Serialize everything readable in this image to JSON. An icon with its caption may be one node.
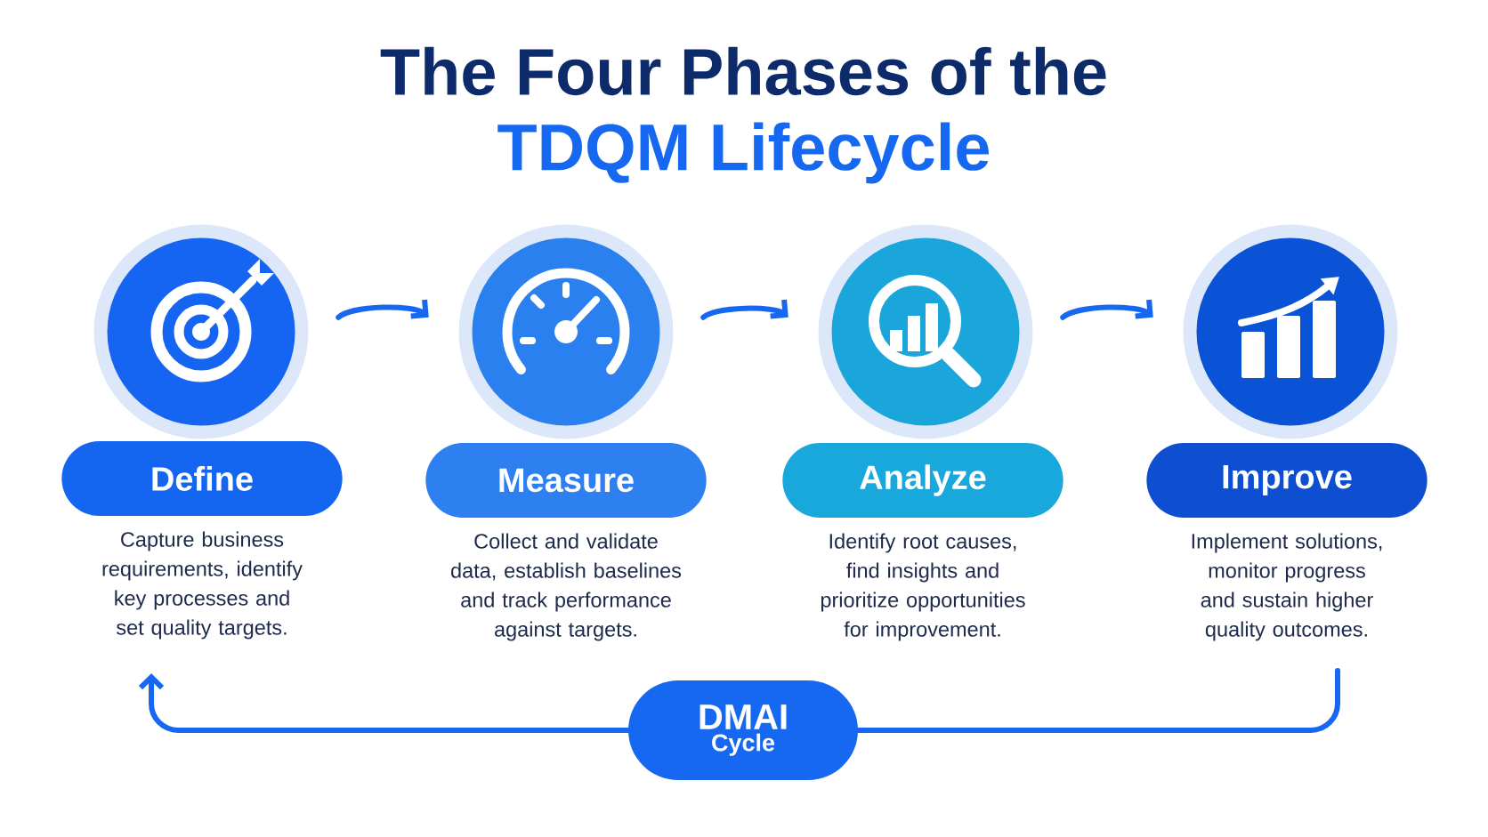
{
  "diagram": {
    "title": "The Four Phases of the",
    "nodes": [
      {
        "text": [],
        "shape": "circle"
      },
      {
        "text": [],
        "shape": "circle"
      },
      {
        "text": [],
        "shape": "circle"
      },
      {
        "text": [],
        "shape": "circle"
      },
      {
        "text": [
          "Define"
        ],
        "beside": [
          "Capture business requirements, identify key processes and set quality targets."
        ]
      },
      {
        "text": [
          "Measure"
        ],
        "beside": [
          "Collect and validate data, establish baselines and track performance against targets."
        ]
      },
      {
        "text": [
          "Analyze"
        ],
        "beside": [
          "Identify root causes, find insights and prioritize opportunities for improvement."
        ]
      },
      {
        "text": [
          "Improve"
        ],
        "beside": [
          "Implement solutions, monitor progress and sustain higher quality outcomes."
        ]
      },
      {
        "text": [
          "DMAI",
          "Cycle"
        ]
      }
    ],
    "edges": [
      {
        "from": 0,
        "to": 1,
        "arrow": "to"
      },
      {
        "from": 1,
        "to": 2,
        "arrow": "to"
      },
      {
        "from": 2,
        "to": 3,
        "arrow": "to"
      },
      {
        "from": 7,
        "to": 8,
        "arrow": "none"
      },
      {
        "from": 8,
        "to": 4,
        "arrow": "to"
      }
    ],
    "labels": [
      "TDQM Lifecycle"
    ]
  }
}
